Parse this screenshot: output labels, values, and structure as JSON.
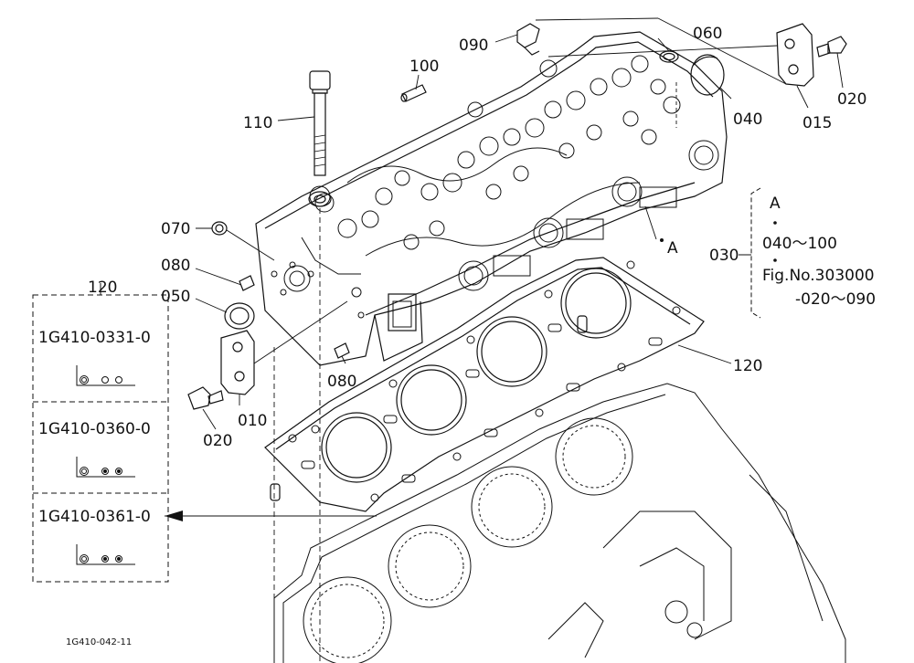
{
  "callouts": {
    "c090": "090",
    "c060": "060",
    "c100": "100",
    "c110": "110",
    "c040": "040",
    "c015": "015",
    "c020_top": "020",
    "c070": "070",
    "c080_left": "080",
    "c050": "050",
    "c010": "010",
    "c020_bottom": "020",
    "c080_lower": "080",
    "c120_gasket": "120",
    "c030": "030",
    "point_a": "A"
  },
  "reference_note": {
    "title": "A",
    "range": "040～100",
    "figure": "Fig.No.303000",
    "figure_range": "-020～090"
  },
  "options_box": {
    "label": "120",
    "items": [
      {
        "part_no": "1G410-0331-0",
        "hole_pattern": "ring-ring-ring"
      },
      {
        "part_no": "1G410-0360-0",
        "hole_pattern": "ring-dot-dot"
      },
      {
        "part_no": "1G410-0361-0",
        "hole_pattern": "ring-dot-dot"
      }
    ]
  },
  "footer": {
    "drawing_code": "1G410-042-11"
  }
}
